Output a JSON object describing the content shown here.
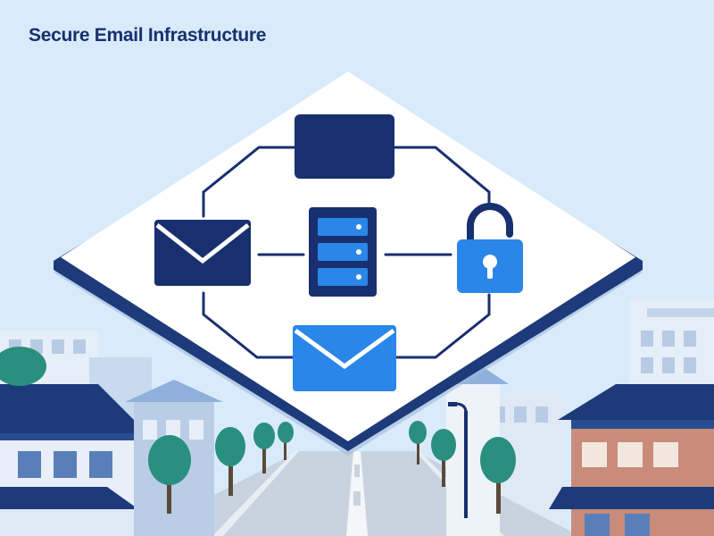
{
  "header": {
    "title": "Secure Email Infrastructure"
  },
  "colors": {
    "sky": "#d9ebfa",
    "navy": "#18306f",
    "bright_blue": "#2a86e8",
    "panel": "#ffffff",
    "tree": "#2a8f7f",
    "road": "#c9d3df",
    "building_light": "#e8eff8",
    "building_mid": "#b9cde6",
    "roof": "#1d3a7a"
  },
  "diagram": {
    "nodes": [
      {
        "name": "top-window-node",
        "icon": "browser-window-icon"
      },
      {
        "name": "left-email-node",
        "icon": "envelope-icon"
      },
      {
        "name": "center-server-node",
        "icon": "server-stack-icon"
      },
      {
        "name": "right-lock-node",
        "icon": "padlock-icon"
      },
      {
        "name": "bottom-email-node",
        "icon": "envelope-icon"
      }
    ]
  }
}
